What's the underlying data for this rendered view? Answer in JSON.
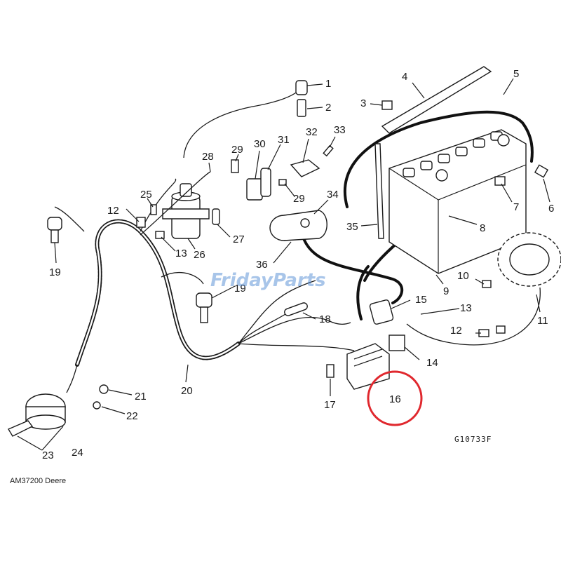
{
  "callouts": [
    {
      "id": "1",
      "label": "1"
    },
    {
      "id": "2",
      "label": "2"
    },
    {
      "id": "3",
      "label": "3"
    },
    {
      "id": "4",
      "label": "4"
    },
    {
      "id": "5",
      "label": "5"
    },
    {
      "id": "6",
      "label": "6"
    },
    {
      "id": "7",
      "label": "7"
    },
    {
      "id": "8",
      "label": "8"
    },
    {
      "id": "9",
      "label": "9"
    },
    {
      "id": "10",
      "label": "10"
    },
    {
      "id": "11",
      "label": "11"
    },
    {
      "id": "12a",
      "label": "12"
    },
    {
      "id": "12b",
      "label": "12"
    },
    {
      "id": "13a",
      "label": "13"
    },
    {
      "id": "13b",
      "label": "13"
    },
    {
      "id": "14",
      "label": "14"
    },
    {
      "id": "15",
      "label": "15"
    },
    {
      "id": "16",
      "label": "16"
    },
    {
      "id": "17",
      "label": "17"
    },
    {
      "id": "18",
      "label": "18"
    },
    {
      "id": "19a",
      "label": "19"
    },
    {
      "id": "19b",
      "label": "19"
    },
    {
      "id": "20",
      "label": "20"
    },
    {
      "id": "21",
      "label": "21"
    },
    {
      "id": "22",
      "label": "22"
    },
    {
      "id": "23",
      "label": "23"
    },
    {
      "id": "24",
      "label": "24"
    },
    {
      "id": "25",
      "label": "25"
    },
    {
      "id": "26",
      "label": "26"
    },
    {
      "id": "27",
      "label": "27"
    },
    {
      "id": "28",
      "label": "28"
    },
    {
      "id": "29a",
      "label": "29"
    },
    {
      "id": "29b",
      "label": "29"
    },
    {
      "id": "30",
      "label": "30"
    },
    {
      "id": "31",
      "label": "31"
    },
    {
      "id": "32",
      "label": "32"
    },
    {
      "id": "33",
      "label": "33"
    },
    {
      "id": "34",
      "label": "34"
    },
    {
      "id": "35",
      "label": "35"
    },
    {
      "id": "36",
      "label": "36"
    }
  ],
  "highlight": {
    "callout": "16",
    "color": "#e0282e"
  },
  "ref_code": "G10733F",
  "caption": "AM37200 Deere",
  "watermark": {
    "text": "FridayParts",
    "color": "#3f7fd0"
  }
}
